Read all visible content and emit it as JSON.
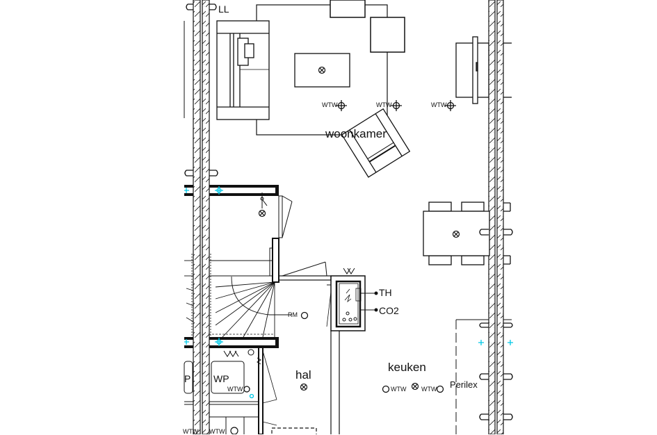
{
  "plan": {
    "rooms": [
      {
        "id": "woonkamer",
        "label": "woonkamer"
      },
      {
        "id": "keuken",
        "label": "keuken"
      },
      {
        "id": "hal",
        "label": "hal"
      }
    ],
    "annotations": {
      "ll": "LL",
      "th": "TH",
      "co2": "CO2",
      "rm": "RM",
      "wp": "WP",
      "wp_cut": "P",
      "perilex": "Perilex",
      "wtw": "WTW"
    },
    "colors": {
      "line": "#111111",
      "marker": "#00c8e6",
      "background": "#ffffff"
    }
  }
}
